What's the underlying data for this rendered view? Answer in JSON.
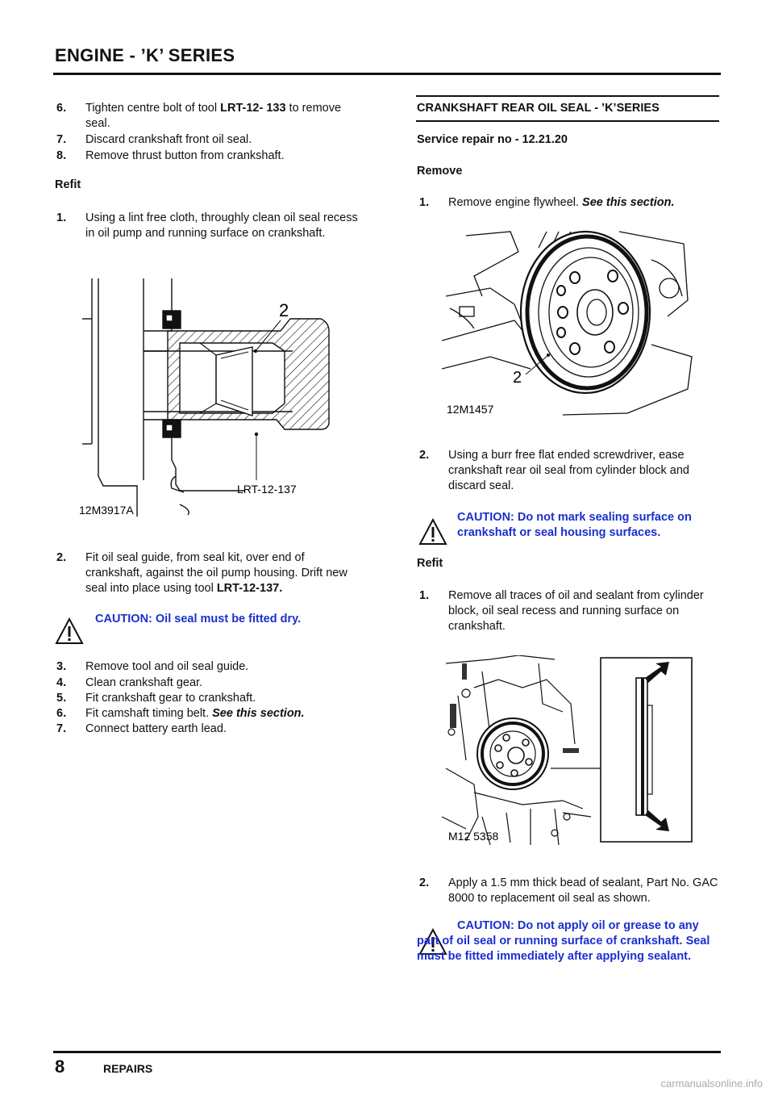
{
  "header": {
    "title": "ENGINE - ’K’ SERIES"
  },
  "left": {
    "steps_a": [
      {
        "num": "6.",
        "text": "Tighten centre bolt of tool ",
        "bold": "LRT-12- 133",
        "after": "  to remove seal."
      },
      {
        "num": "7.",
        "text": "Discard crankshaft front oil seal."
      },
      {
        "num": "8.",
        "text": "Remove thrust button from crankshaft."
      }
    ],
    "refit_heading": "Refit",
    "refit_step1": {
      "num": "1.",
      "text": "Using a lint free cloth, throughly clean oil seal recess in oil pump and running surface on crankshaft."
    },
    "figure1": {
      "callout": "2",
      "tool_label": "LRT-12-137",
      "fig_id": "12M3917A"
    },
    "refit_step2": {
      "num": "2.",
      "text": "Fit oil seal guide, from seal kit, over end of crankshaft, against the oil pump housing. Drift new seal into place using tool ",
      "bold": "LRT-12-137."
    },
    "caution": "CAUTION: Oil seal must be fitted dry.",
    "steps_b": [
      {
        "num": "3.",
        "text": "Remove tool and oil seal guide."
      },
      {
        "num": "4.",
        "text": "Clean crankshaft gear."
      },
      {
        "num": "5.",
        "text": "Fit crankshaft gear to crankshaft."
      },
      {
        "num": "6.",
        "text": "Fit camshaft timing belt.",
        "see": "See this section."
      },
      {
        "num": "7.",
        "text": "Connect battery earth lead."
      }
    ]
  },
  "right": {
    "section_title": "CRANKSHAFT REAR OIL SEAL - ’K’SERIES",
    "service_repair": "Service repair no - 12.21.20",
    "remove_heading": "Remove",
    "remove_step1": {
      "num": "1.",
      "text": "Remove engine flywheel.",
      "see": "See this section."
    },
    "figure2": {
      "callout": "2",
      "fig_id": "12M1457"
    },
    "remove_step2": {
      "num": "2.",
      "text": "Using a burr free flat ended screwdriver, ease crankshaft rear oil seal from cylinder block and discard seal."
    },
    "caution1": "CAUTION: Do not mark sealing surface on crankshaft or seal housing surfaces.",
    "refit_heading": "Refit",
    "refit_step1": {
      "num": "1.",
      "text": "Remove all traces of oil and sealant from cylinder block, oil seal recess and running surface on crankshaft."
    },
    "figure3": {
      "fig_id": "M12 5358"
    },
    "refit_step2": {
      "num": "2.",
      "text": "Apply a 1.5 mm thick bead of sealant, Part No. GAC 8000 to replacement oil seal as shown."
    },
    "caution2": "CAUTION: Do not apply oil or grease to any part of oil seal or running surface of crankshaft. Seal must be fitted immediately after applying sealant."
  },
  "footer": {
    "page_number": "8",
    "label": "REPAIRS",
    "watermark": "carmanualsonline.info"
  }
}
